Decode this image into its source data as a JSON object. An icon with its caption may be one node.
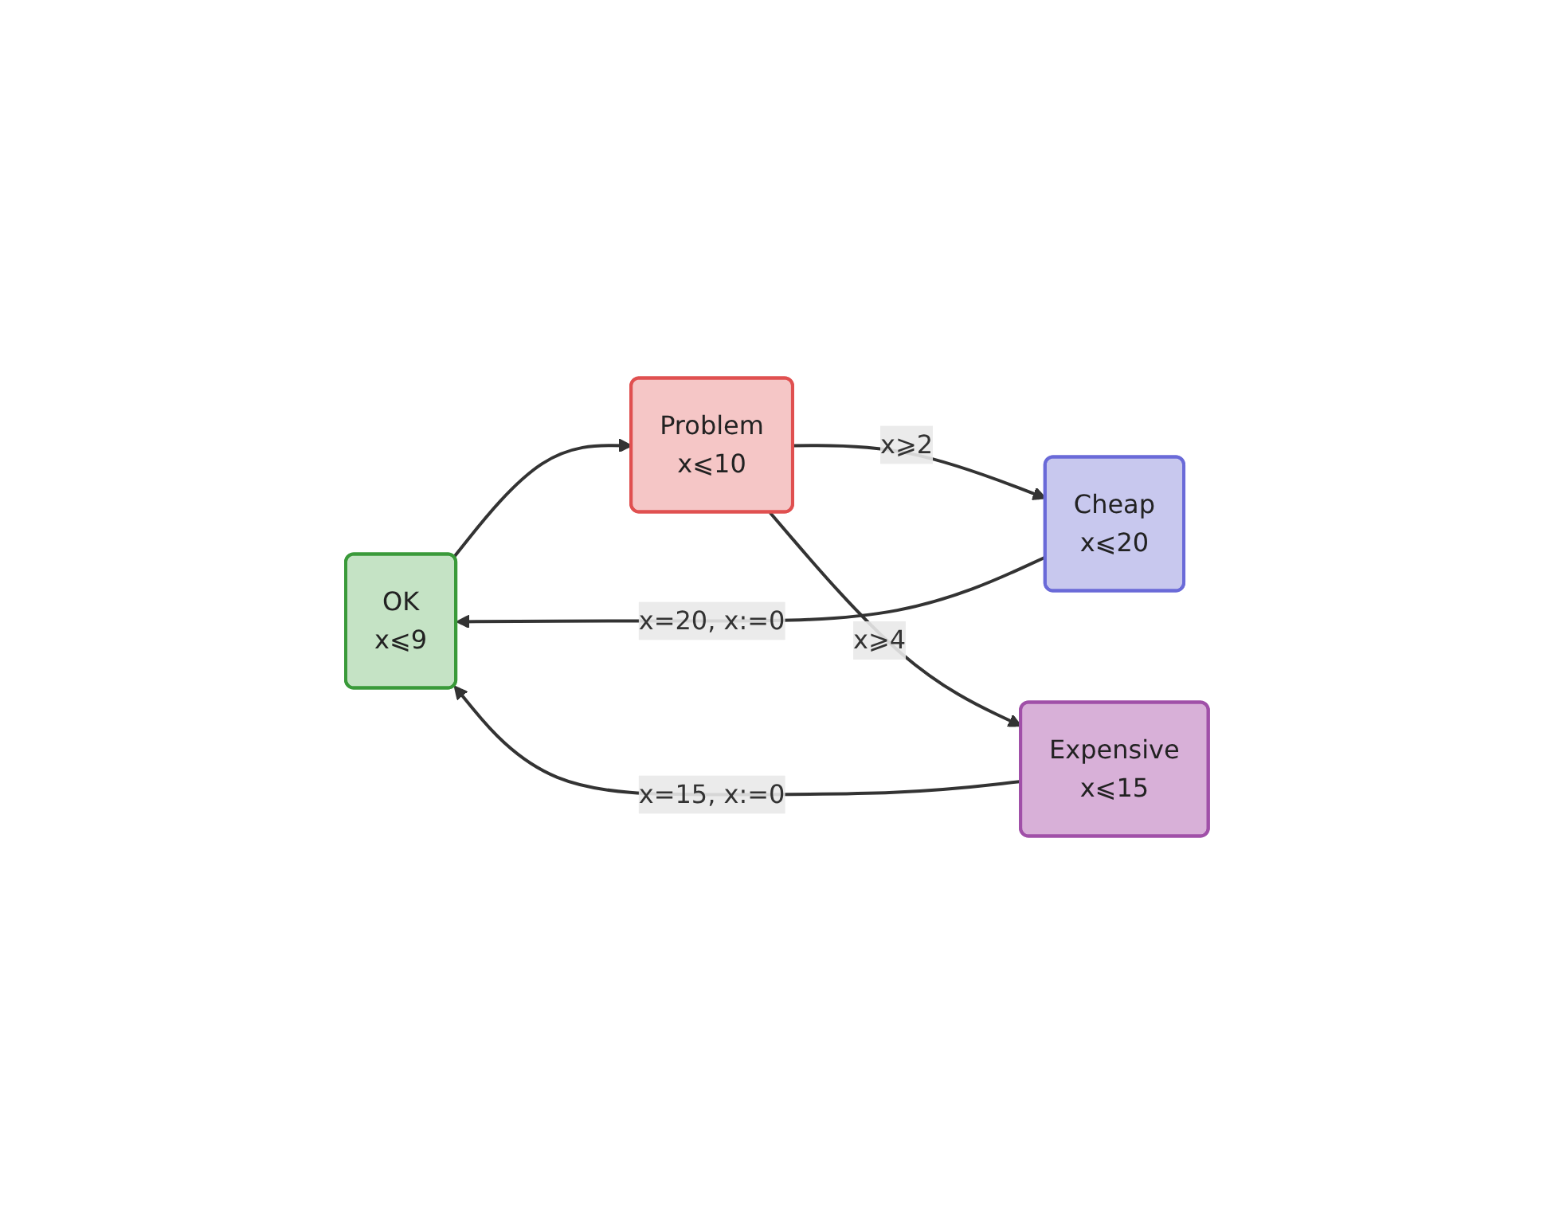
{
  "diagram": {
    "nodes": [
      {
        "text": [
          "OK",
          "x⩽9"
        ]
      },
      {
        "text": [
          "Problem",
          "x⩽10"
        ]
      },
      {
        "text": [
          "Cheap",
          "x⩽20"
        ]
      },
      {
        "text": [
          "Expensive",
          "x⩽15"
        ]
      }
    ],
    "edges": [
      {
        "from": 0,
        "to": 1,
        "arrow": "to"
      },
      {
        "from": 1,
        "to": 2,
        "label": "x⩾2",
        "arrow": "to"
      },
      {
        "from": 1,
        "to": 3,
        "label": "x⩾4",
        "arrow": "to"
      },
      {
        "from": 2,
        "to": 0,
        "label": "x=20, x:=0",
        "arrow": "to"
      },
      {
        "from": 3,
        "to": 0,
        "label": "x=15, x:=0",
        "arrow": "to"
      }
    ]
  }
}
